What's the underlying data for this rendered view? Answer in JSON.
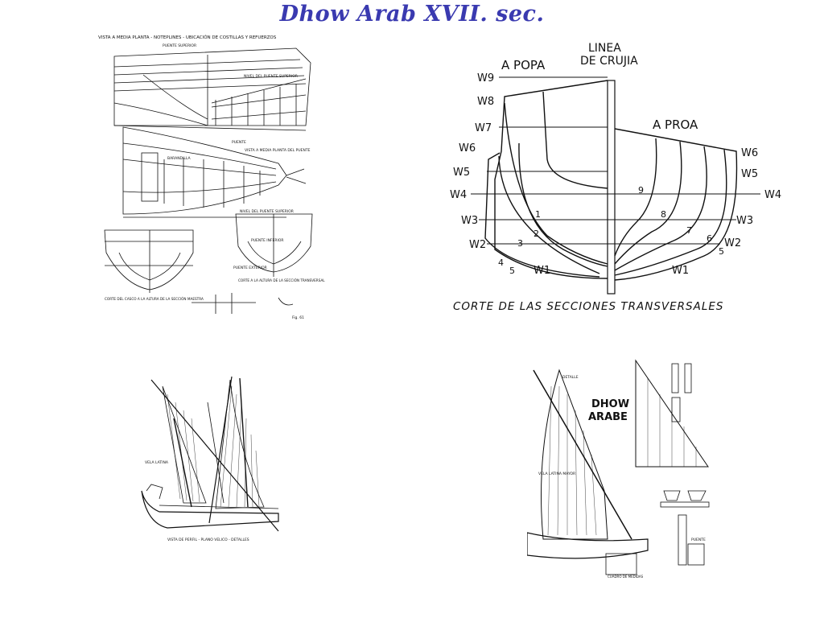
{
  "title": "Dhow Arab XVII. sec.",
  "colors": {
    "title": "#3a3ab0",
    "ink": "#111111"
  },
  "panel1": {
    "heading": "VISTA A MEDIA PLANTA - NOTEPLINES - UBICACIÓN DE COSTILLAS Y REFUERZOS",
    "labels": {
      "puente_superior": "PUENTE SUPERIOR",
      "nivel_puente": "NIVEL DEL PUENTE SUPERIOR",
      "puente_top": "PUENTE",
      "vista_media": "VISTA A MEDIA PLANTA DEL PUENTE",
      "barandilla": "BARANDILLA",
      "nivel_puente2": "NIVEL DEL PUENTE SUPERIOR",
      "puente_inferior": "PUENTE INFERIOR",
      "puente_exterior": "PUENTE EXTERIOR",
      "corte_casco": "CORTE DEL CASCO A LA ALTURA DE LA SECCIÓN MAESTRA",
      "corte_altura": "CORTE A LA ALTURA DE LA SECCIÓN TRANSVERSAL",
      "fig": "Fig. 61"
    }
  },
  "panel2": {
    "popa": "A POPA",
    "proa": "A PROA",
    "linea": "LINEA",
    "crujia": "DE CRUJIA",
    "caption": "CORTE DE LAS SECCIONES TRANSVERSALES",
    "waterlines_left": [
      "W9",
      "W8",
      "W7",
      "W6",
      "W5",
      "W4",
      "W3",
      "W2",
      "W1"
    ],
    "waterlines_right": [
      "W6",
      "W5",
      "W4",
      "W3",
      "W2",
      "W1"
    ],
    "numbers_left": [
      "1",
      "2",
      "3",
      "4",
      "5"
    ],
    "numbers_right": [
      "5",
      "6",
      "7",
      "8",
      "9"
    ]
  },
  "panel3": {
    "caption": "VISTA DE PERFIL - PLANO VELICO - DETALLES",
    "labels": {
      "vela": "VELA LATINA"
    }
  },
  "panel4": {
    "heading1": "DHOW",
    "heading2": "ARABE",
    "labels": {
      "vela_mayor": "VELA LATINA MAYOR",
      "detalle": "DETALLE",
      "puente": "PUENTE",
      "cuadro": "CUADRO DE MEDIDAS"
    }
  }
}
